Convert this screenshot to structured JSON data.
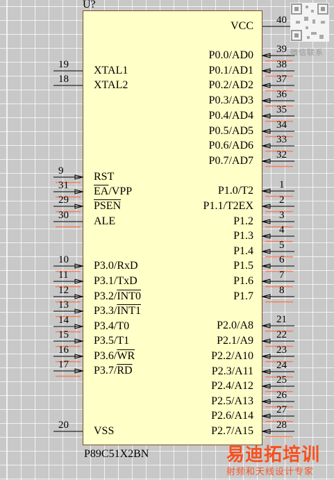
{
  "component": {
    "designator": "U?",
    "part_number": "P89C51X2BN"
  },
  "left_pins": [
    {
      "num": "19",
      "name": "XTAL1",
      "overbar": false
    },
    {
      "num": "18",
      "name": "XTAL2",
      "overbar": false
    },
    {
      "num": "9",
      "name": "RST",
      "overbar": false
    },
    {
      "num": "31",
      "name": "EA/VPP",
      "overbar": true,
      "overbar_part": "EA",
      "rest": "/VPP"
    },
    {
      "num": "29",
      "name": "PSEN",
      "overbar": true,
      "overbar_part": "PSEN",
      "rest": ""
    },
    {
      "num": "30",
      "name": "ALE",
      "overbar": false
    },
    {
      "num": "10",
      "name": "P3.0/RxD",
      "overbar": false
    },
    {
      "num": "11",
      "name": "P3.1/TxD",
      "overbar": false
    },
    {
      "num": "12",
      "name": "P3.2/INT0",
      "overbar": true,
      "prefix": "P3.2/",
      "overbar_part": "INT0"
    },
    {
      "num": "13",
      "name": "P3.3/INT1",
      "overbar": true,
      "prefix": "P3.3/",
      "overbar_part": "INT1"
    },
    {
      "num": "14",
      "name": "P3.4/T0",
      "overbar": false
    },
    {
      "num": "15",
      "name": "P3.5/T1",
      "overbar": false
    },
    {
      "num": "16",
      "name": "P3.6/WR",
      "overbar": true,
      "prefix": "P3.6/",
      "overbar_part": "WR"
    },
    {
      "num": "17",
      "name": "P3.7/RD",
      "overbar": true,
      "prefix": "P3.7/",
      "overbar_part": "RD"
    },
    {
      "num": "20",
      "name": "VSS",
      "overbar": false
    }
  ],
  "right_pins": [
    {
      "num": "40",
      "name": "VCC"
    },
    {
      "num": "39",
      "name": "P0.0/AD0"
    },
    {
      "num": "38",
      "name": "P0.1/AD1"
    },
    {
      "num": "37",
      "name": "P0.2/AD2"
    },
    {
      "num": "36",
      "name": "P0.3/AD3"
    },
    {
      "num": "35",
      "name": "P0.4/AD4"
    },
    {
      "num": "34",
      "name": "P0.5/AD5"
    },
    {
      "num": "33",
      "name": "P0.6/AD6"
    },
    {
      "num": "32",
      "name": "P0.7/AD7"
    },
    {
      "num": "1",
      "name": "P1.0/T2"
    },
    {
      "num": "2",
      "name": "P1.1/T2EX"
    },
    {
      "num": "3",
      "name": "P1.2"
    },
    {
      "num": "4",
      "name": "P1.3"
    },
    {
      "num": "5",
      "name": "P1.4"
    },
    {
      "num": "6",
      "name": "P1.5"
    },
    {
      "num": "7",
      "name": "P1.6"
    },
    {
      "num": "8",
      "name": "P1.7"
    },
    {
      "num": "21",
      "name": "P2.0/A8"
    },
    {
      "num": "22",
      "name": "P2.1/A9"
    },
    {
      "num": "23",
      "name": "P2.2/A10"
    },
    {
      "num": "24",
      "name": "P2.3/A11"
    },
    {
      "num": "25",
      "name": "P2.4/A12"
    },
    {
      "num": "26",
      "name": "P2.5/A13"
    },
    {
      "num": "27",
      "name": "P2.6/A14"
    },
    {
      "num": "28",
      "name": "P2.7/A15"
    }
  ],
  "watermark": {
    "qr_caption": "微信联系",
    "brand": "易迪拓培训",
    "tagline": "射频和天线设计专家"
  },
  "colors": {
    "background": "#c8c8c8",
    "grid": "#ffffff",
    "chip_fill": "#ffffc8",
    "chip_border": "#7a4a2a",
    "pin_line": "#000000",
    "io_arrow": "#000000",
    "squiggle": "#ff6a3a",
    "watermark": "#ff3a00"
  }
}
